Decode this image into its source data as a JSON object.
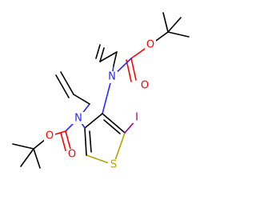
{
  "molecule": {
    "atoms": {
      "n_upper": {
        "symbol": "N",
        "color": "#2a2aff"
      },
      "n_lower": {
        "symbol": "N",
        "color": "#2a2aff"
      },
      "o_upper_ester": {
        "symbol": "O",
        "color": "#ff0000"
      },
      "o_upper_carbonyl": {
        "symbol": "O",
        "color": "#ff0000"
      },
      "o_lower_ester": {
        "symbol": "O",
        "color": "#ff0000"
      },
      "o_lower_carbonyl": {
        "symbol": "O",
        "color": "#ff0000"
      },
      "sulfur": {
        "symbol": "S",
        "color": "#b8a000"
      },
      "iodine": {
        "symbol": "I",
        "color": "#940094"
      }
    },
    "bond_color": "#000000"
  }
}
